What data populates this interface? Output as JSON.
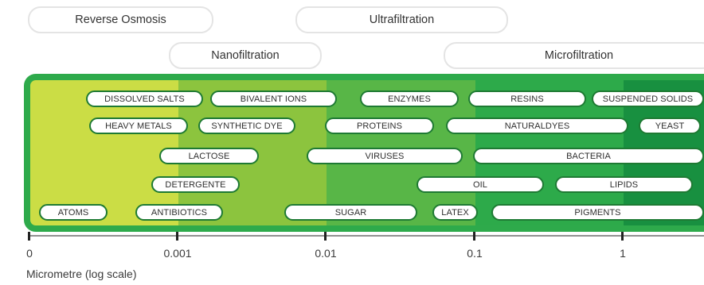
{
  "processes": [
    {
      "key": "reverse-osmosis",
      "label": "Reverse Osmosis"
    },
    {
      "key": "ultrafiltration",
      "label": "Ultrafiltration"
    },
    {
      "key": "nanofiltration",
      "label": "Nanofiltration"
    },
    {
      "key": "microfiltration",
      "label": "Microfiltration"
    }
  ],
  "substances": [
    {
      "key": "dissolved-salts",
      "label": "DISSOLVED SALTS"
    },
    {
      "key": "bivalent-ions",
      "label": "BIVALENT IONS"
    },
    {
      "key": "enzymes",
      "label": "ENZYMES"
    },
    {
      "key": "resins",
      "label": "RESINS"
    },
    {
      "key": "suspended-solids",
      "label": "SUSPENDED SOLIDS"
    },
    {
      "key": "heavy-metals",
      "label": "HEAVY METALS"
    },
    {
      "key": "synthetic-dye",
      "label": "SYNTHETIC DYE"
    },
    {
      "key": "proteins",
      "label": "PROTEINS"
    },
    {
      "key": "naturaldyes",
      "label": "NATURALDYES"
    },
    {
      "key": "yeast",
      "label": "YEAST"
    },
    {
      "key": "lactose",
      "label": "LACTOSE"
    },
    {
      "key": "viruses",
      "label": "VIRUSES"
    },
    {
      "key": "bacteria",
      "label": "BACTERIA"
    },
    {
      "key": "detergente",
      "label": "DETERGENTE"
    },
    {
      "key": "oil",
      "label": "OIL"
    },
    {
      "key": "lipids",
      "label": "LIPIDS"
    },
    {
      "key": "atoms",
      "label": "ATOMS"
    },
    {
      "key": "antibiotics",
      "label": "ANTIBIOTICS"
    },
    {
      "key": "sugar",
      "label": "SUGAR"
    },
    {
      "key": "latex",
      "label": "LATEX"
    },
    {
      "key": "pigments",
      "label": "PIGMENTS"
    }
  ],
  "axis": {
    "title": "Micrometre (log scale)",
    "ticks": [
      "0",
      "0.001",
      "0.01",
      "0.1",
      "1"
    ]
  },
  "colors": {
    "band_0": "#cbdd45",
    "band_1": "#8cc43e",
    "band_2": "#58b647",
    "band_3": "#2daa4a",
    "band_4": "#189040",
    "frame": "#2eaa4b",
    "item_border": "#1e7a33",
    "process_border": "#e4e4e4",
    "axis_line": "#222222"
  }
}
